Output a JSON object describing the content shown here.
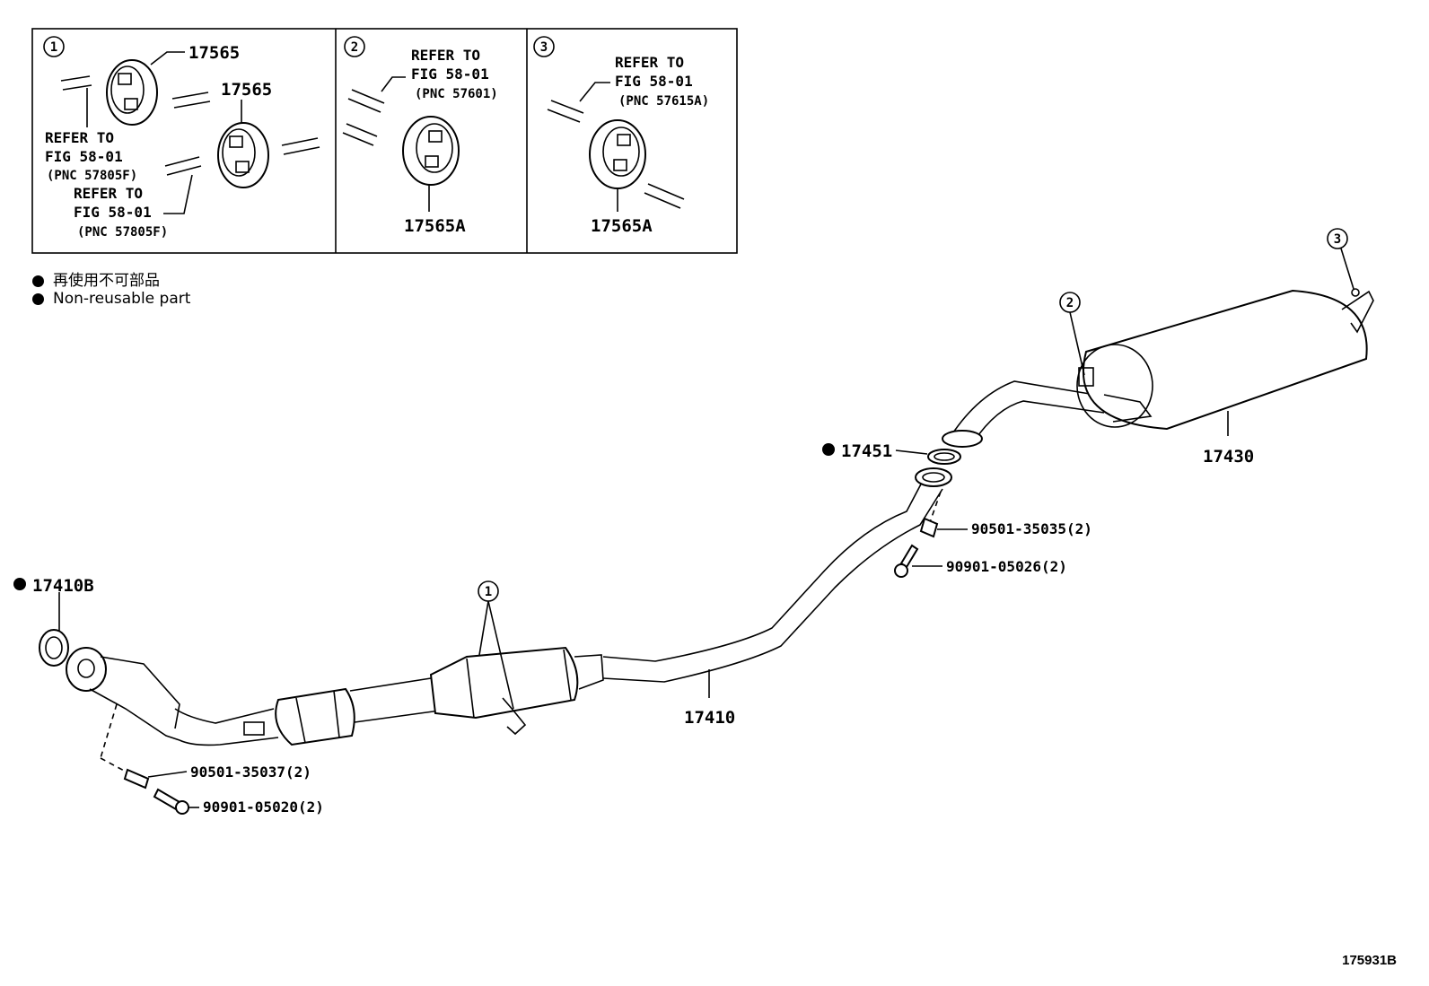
{
  "legend": {
    "jp": "再使用不可部品",
    "en": "Non-reusable part"
  },
  "inset1": {
    "number": "1",
    "part_a": "17565",
    "part_b": "17565",
    "refer_a": [
      "REFER TO",
      "FIG 58-01",
      "(PNC 57805F)"
    ],
    "refer_b": [
      "REFER TO",
      "FIG 58-01",
      "(PNC 57805F)"
    ]
  },
  "inset2": {
    "number": "2",
    "refer": [
      "REFER TO",
      "FIG 58-01",
      "(PNC 57601)"
    ],
    "part": "17565A"
  },
  "inset3": {
    "number": "3",
    "refer": [
      "REFER TO",
      "FIG 58-01",
      "(PNC 57615A)"
    ],
    "part": "17565A"
  },
  "parts": {
    "p17410B": "17410B",
    "p17410": "17410",
    "p17451": "17451",
    "p17430": "17430",
    "p90501_35035": "90501-35035(2)",
    "p90901_05026": "90901-05026(2)",
    "p90501_35037": "90501-35037(2)",
    "p90901_05020": "90901-05020(2)"
  },
  "callouts": {
    "c1": "1",
    "c2": "2",
    "c3": "3"
  },
  "figure_code": "175931B"
}
